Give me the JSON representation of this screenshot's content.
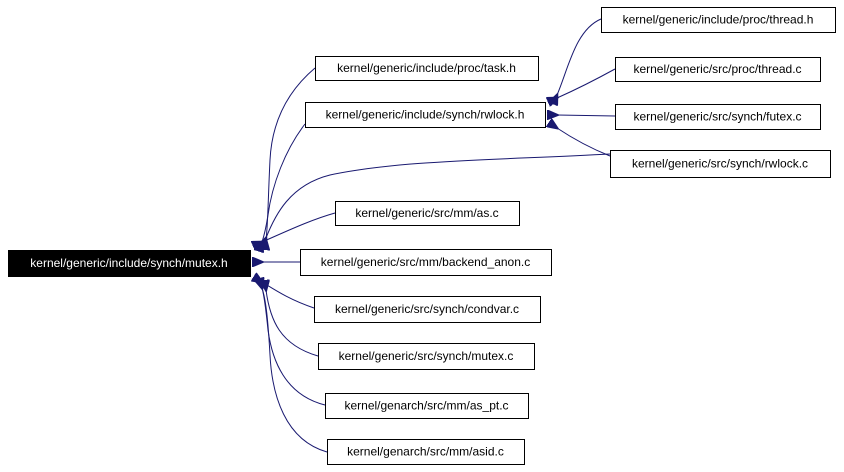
{
  "diagram": {
    "colors": {
      "edge": "#191970",
      "root_fill": "#000000",
      "root_text": "#ffffff",
      "node_fill": "#ffffff",
      "node_stroke": "#000000"
    },
    "root": {
      "id": "mutex_h",
      "label": "kernel/generic/include/synch/mutex.h"
    },
    "nodes": [
      {
        "id": "task_h",
        "label": "kernel/generic/include/proc/task.h"
      },
      {
        "id": "rwlock_h",
        "label": "kernel/generic/include/synch/rwlock.h"
      },
      {
        "id": "thread_h",
        "label": "kernel/generic/include/proc/thread.h"
      },
      {
        "id": "thread_c",
        "label": "kernel/generic/src/proc/thread.c"
      },
      {
        "id": "futex_c",
        "label": "kernel/generic/src/synch/futex.c"
      },
      {
        "id": "rwlock_c",
        "label": "kernel/generic/src/synch/rwlock.c"
      },
      {
        "id": "as_c",
        "label": "kernel/generic/src/mm/as.c"
      },
      {
        "id": "backend_anon_c",
        "label": "kernel/generic/src/mm/backend_anon.c"
      },
      {
        "id": "condvar_c",
        "label": "kernel/generic/src/synch/condvar.c"
      },
      {
        "id": "mutex_c",
        "label": "kernel/generic/src/synch/mutex.c"
      },
      {
        "id": "as_pt_c",
        "label": "kernel/genarch/src/mm/as_pt.c"
      },
      {
        "id": "asid_c",
        "label": "kernel/genarch/src/mm/asid.c"
      }
    ],
    "edges": [
      {
        "from": "task_h",
        "to": "mutex_h"
      },
      {
        "from": "rwlock_h",
        "to": "mutex_h"
      },
      {
        "from": "rwlock_c",
        "to": "mutex_h"
      },
      {
        "from": "as_c",
        "to": "mutex_h"
      },
      {
        "from": "backend_anon_c",
        "to": "mutex_h"
      },
      {
        "from": "condvar_c",
        "to": "mutex_h"
      },
      {
        "from": "mutex_c",
        "to": "mutex_h"
      },
      {
        "from": "as_pt_c",
        "to": "mutex_h"
      },
      {
        "from": "asid_c",
        "to": "mutex_h"
      },
      {
        "from": "thread_h",
        "to": "rwlock_h"
      },
      {
        "from": "thread_c",
        "to": "rwlock_h"
      },
      {
        "from": "futex_c",
        "to": "rwlock_h"
      },
      {
        "from": "rwlock_c",
        "to": "rwlock_h"
      }
    ]
  }
}
